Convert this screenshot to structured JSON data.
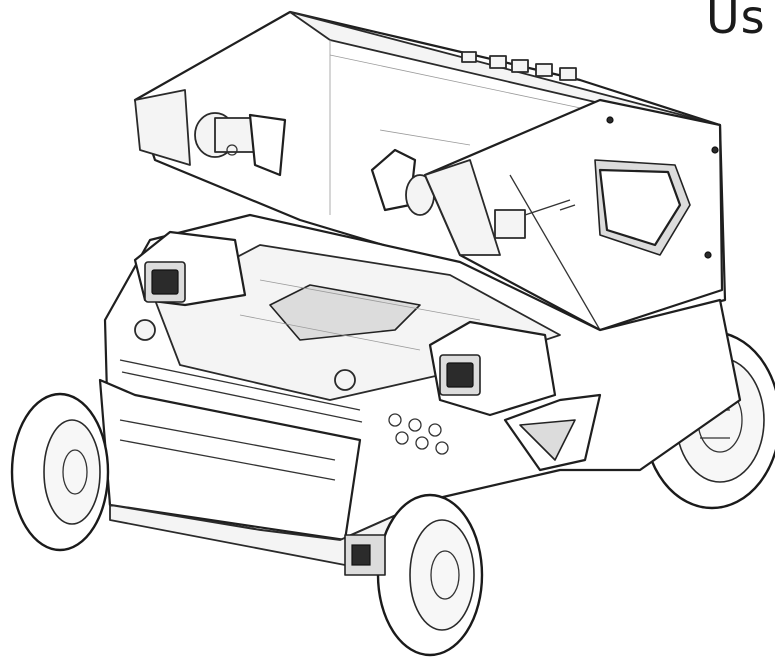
{
  "header": {
    "corner_text": "Us"
  },
  "drawing": {
    "subject": "robot-vehicle-line-drawing",
    "style": "isometric line art",
    "stroke_color": "#1f1f1f",
    "background": "#ffffff"
  }
}
